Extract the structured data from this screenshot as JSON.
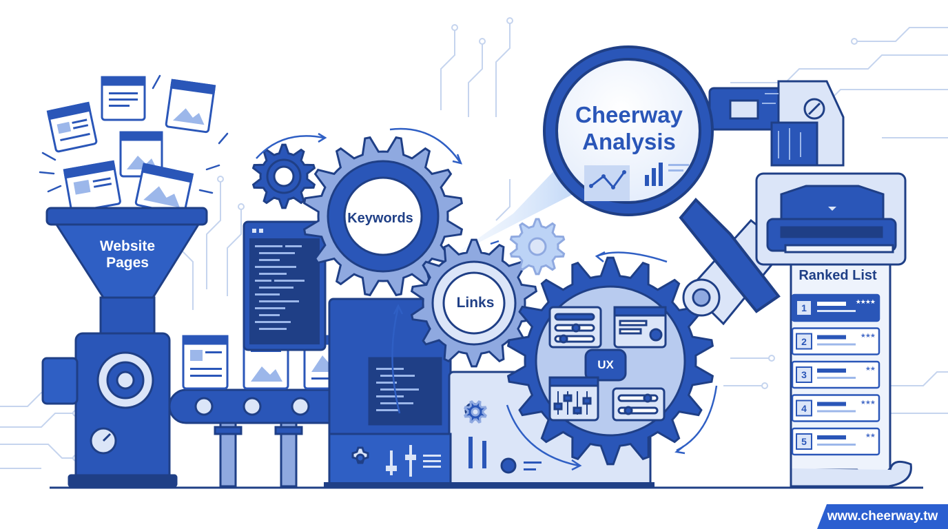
{
  "diagram": {
    "funnel_label": "Website\nPages",
    "gear_keywords_label": "Keywords",
    "gear_links_label": "Links",
    "gear_ux_label": "UX",
    "magnifier_label": "Cheerway\nAnalysis",
    "ranked_list": {
      "title": "Ranked List",
      "items": [
        {
          "rank": "1",
          "stars": "★★★★"
        },
        {
          "rank": "2",
          "stars": "★★★"
        },
        {
          "rank": "3",
          "stars": "★★"
        },
        {
          "rank": "4",
          "stars": "★★★"
        },
        {
          "rank": "5",
          "stars": "★★"
        }
      ]
    }
  },
  "footer": {
    "site_url": "www.cheerway.tw"
  },
  "colors": {
    "primary": "#2a56b8",
    "dark": "#1f3f86",
    "light": "#dbe5f8",
    "mid": "#8fa9e0",
    "beam": "#bcd3f6"
  }
}
